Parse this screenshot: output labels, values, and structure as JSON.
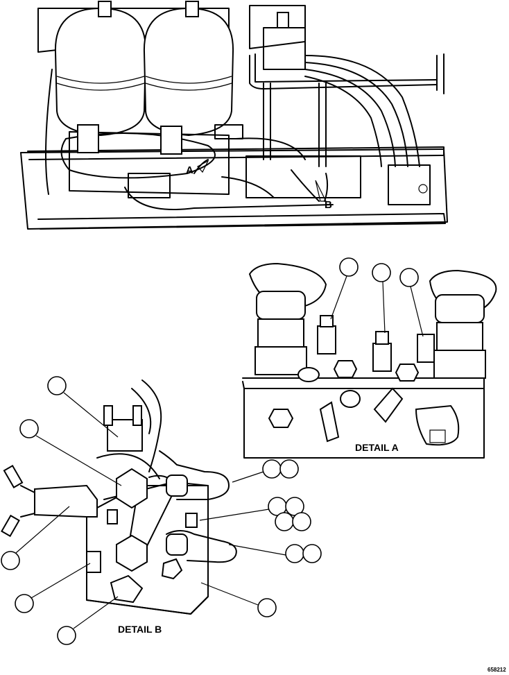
{
  "labels": {
    "detail_a": "DETAIL A",
    "detail_b": "DETAIL B",
    "marker_a": "A",
    "marker_b": "B",
    "figure_id": "658212"
  }
}
